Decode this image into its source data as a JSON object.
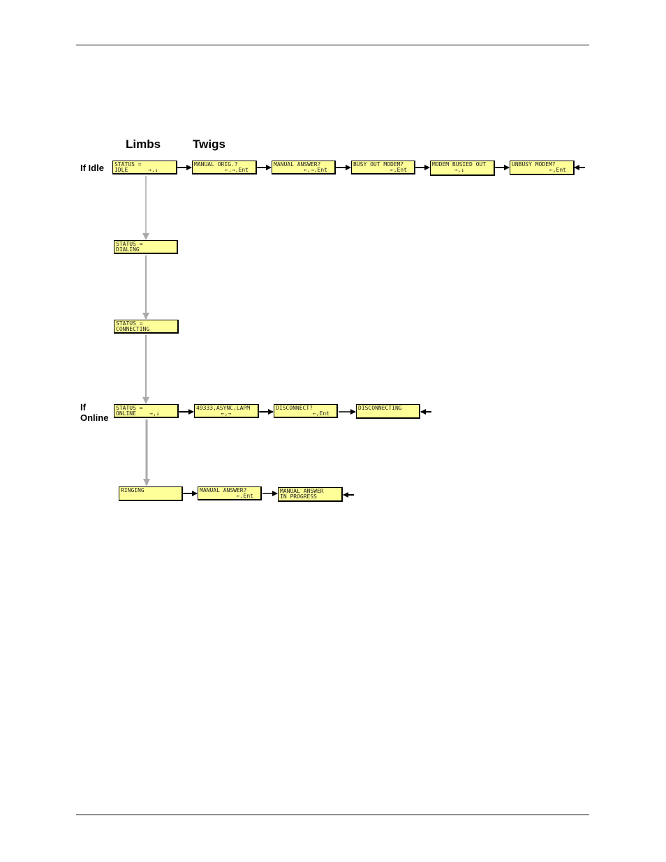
{
  "headers": {
    "limbs": "Limbs",
    "twigs": "Twigs",
    "if_idle": "If Idle",
    "if_online": "If Online"
  },
  "boxes": {
    "idle": {
      "line1": "STATUS =",
      "line2": "IDLE      →,↓"
    },
    "manual_orig": {
      "line1": "MANUAL ORIG.?",
      "line2": "←,→,Ent"
    },
    "manual_answer": {
      "line1": "MANUAL ANSWER?",
      "line2": "←,→,Ent"
    },
    "busy_out": {
      "line1": "BUSY OUT MODEM?",
      "line2": "←,Ent"
    },
    "modem_busied": {
      "line1": "MODEM BUSIED OUT",
      "line2": "→,↓"
    },
    "unbusy": {
      "line1": "UNBUSY MODEM?",
      "line2": "←,Ent"
    },
    "dialing": {
      "line1": "STATUS =",
      "line2": "DIALING"
    },
    "connecting": {
      "line1": "STATUS =",
      "line2": "CONNECTING"
    },
    "online": {
      "line1": "STATUS =",
      "line2": "ONLINE    →,↓"
    },
    "link_info": {
      "line1": "49333,ASYNC,LAPM",
      "line2": "←,→"
    },
    "disconnect": {
      "line1": "DISCONNECT?",
      "line2": "←,Ent"
    },
    "disconnecting": {
      "line1": "DISCONNECTING",
      "line2": ""
    },
    "ringing": {
      "line1": "RINGING",
      "line2": ""
    },
    "manual_answer2": {
      "line1": "MANUAL ANSWER?",
      "line2": "←,Ent"
    },
    "answer_prog": {
      "line1": "MANUAL ANSWER",
      "line2": "IN PROGRESS"
    }
  },
  "colors": {
    "lcd_fill": "#ffff99",
    "limb_line": "#aaaaaa",
    "arrow": "#000000"
  }
}
